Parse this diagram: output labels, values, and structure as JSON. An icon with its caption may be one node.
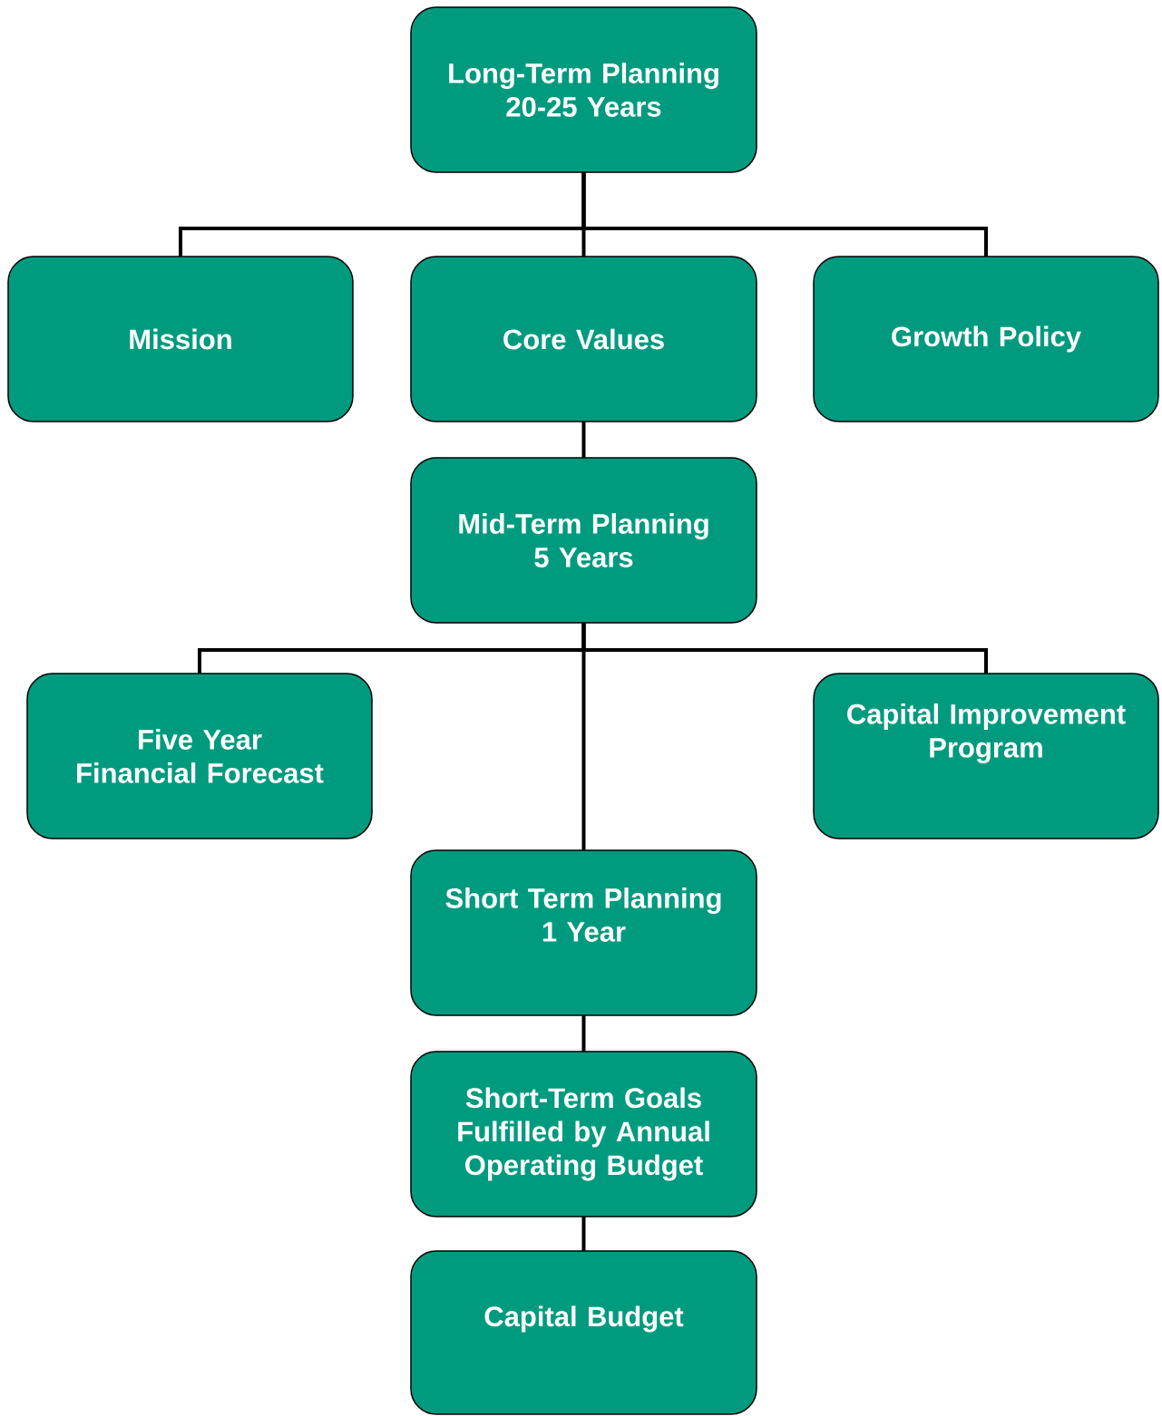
{
  "diagram": {
    "nodes": [
      {
        "text": [
          "Long-Term Planning",
          "20-25 Years"
        ]
      },
      {
        "text": [
          "Mission"
        ]
      },
      {
        "text": [
          "Core Values"
        ]
      },
      {
        "text": [
          "Growth Policy"
        ]
      },
      {
        "text": [
          "Mid-Term Planning",
          "5 Years"
        ]
      },
      {
        "text": [
          "Five Year Financial Forecast"
        ]
      },
      {
        "text": [
          "Capital Improvement Program"
        ]
      },
      {
        "text": [
          "Short Term Planning",
          "1 Year"
        ]
      },
      {
        "text": [
          "Short-Term Goals Fulfilled by Annual Operating Budget"
        ]
      },
      {
        "text": [
          "Capital Budget"
        ]
      }
    ],
    "edges": [
      {
        "from": 0,
        "to": 1,
        "arrow": "none"
      },
      {
        "from": 0,
        "to": 2,
        "arrow": "none"
      },
      {
        "from": 0,
        "to": 3,
        "arrow": "none"
      },
      {
        "from": 2,
        "to": 4,
        "arrow": "none"
      },
      {
        "from": 4,
        "to": 5,
        "arrow": "none"
      },
      {
        "from": 4,
        "to": 6,
        "arrow": "none"
      },
      {
        "from": 4,
        "to": 7,
        "arrow": "none"
      },
      {
        "from": 7,
        "to": 8,
        "arrow": "none"
      },
      {
        "from": 8,
        "to": 9,
        "arrow": "none"
      }
    ]
  }
}
